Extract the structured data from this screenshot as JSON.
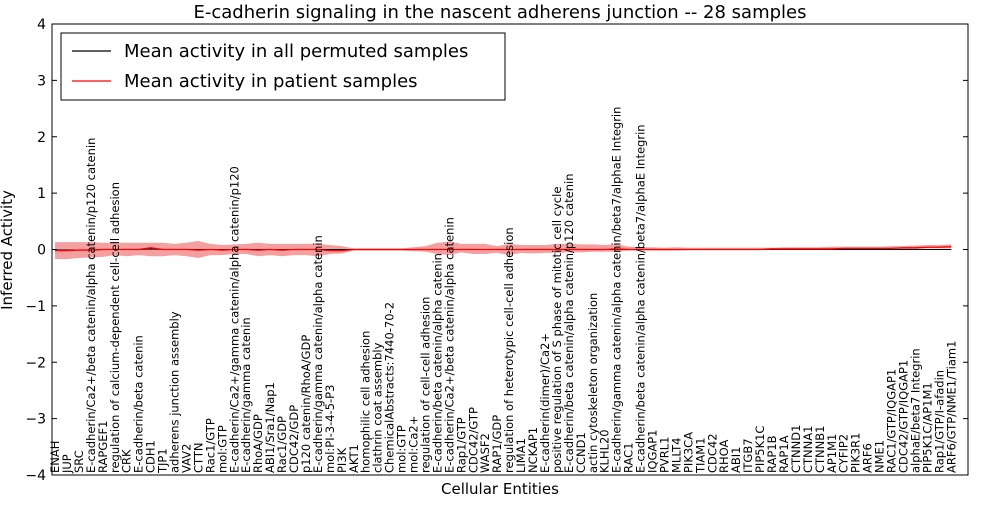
{
  "chart_data": {
    "type": "line",
    "title": "E-cadherin signaling in the nascent adherens junction -- 28 samples",
    "xlabel": "Cellular Entities",
    "ylabel": "Inferred Activity",
    "ylim": [
      -4,
      4
    ],
    "yticks": [
      "4",
      "3",
      "2",
      "1",
      "0",
      "−1",
      "−2",
      "−3",
      "−4"
    ],
    "grid": false,
    "legend_position": "top-left",
    "colors": {
      "permuted_line": "#000000",
      "patient_line": "#ff0000",
      "patient_band": "#f08080",
      "permuted_band": "#b0b0b0"
    },
    "categories": [
      "ENAH",
      "JUP",
      "SRC",
      "E-cadherin/Ca2+/beta catenin/alpha catenin/p120 catenin",
      "RAPGEF1",
      "regulation of calcium-dependent cell-cell adhesion",
      "CRK",
      "E-cadherin/beta catenin",
      "CDH1",
      "TJP1",
      "adherens junction assembly",
      "VAV2",
      "CTTN",
      "Rac1/GTP",
      "mol:GTP",
      "E-cadherin/Ca2+/gamma catenin/alpha catenin/p120",
      "E-cadherin/gamma catenin",
      "RhoA/GDP",
      "ABI1/Sra1/Nap1",
      "Rac1/GDP",
      "CDC42/GDP",
      "p120 catenin/RhoA/GDP",
      "E-cadherin/gamma catenin/alpha catenin",
      "mol:PI-3-4-5-P3",
      "PI3K",
      "AKT1",
      "homophilic cell adhesion",
      "clathrin coat assembly",
      "ChemicalAbstracts:7440-70-2",
      "mol:GTP",
      "mol:Ca2+",
      "regulation of cell-cell adhesion",
      "E-cadherin/beta catenin/alpha catenin",
      "E-cadherin/Ca2+/beta catenin/alpha catenin",
      "Rap1/GTP",
      "CDC42/GTP",
      "WASF2",
      "RAP1/GDP",
      "regulation of heterotypic cell-cell adhesion",
      "LIMA1",
      "NCKAP1",
      "E-cadherin(dimer)/Ca2+",
      "positive regulation of S phase of mitotic cell cycle",
      "E-cadherin/beta catenin/alpha catenin/p120 catenin",
      "CCND1",
      "actin cytoskeleton organization",
      "KLHL20",
      "E-cadherin/gamma catenin/alpha catenin/beta7/alphaE Integrin",
      "RAC1",
      "E-cadherin/beta catenin/alpha catenin/beta7/alphaE Integrin",
      "IQGAP1",
      "PVRL1",
      "MLLT4",
      "PIK3CA",
      "TIAM1",
      "CDC42",
      "RHOA",
      "ABI1",
      "ITGB7",
      "PIP5K1C",
      "RAP1B",
      "RAP1A",
      "CTNND1",
      "CTNNA1",
      "CTNNB1",
      "AP1M1",
      "CYFIP2",
      "PIK3R1",
      "ARF6",
      "NME1",
      "RAC1/GTP/IQGAP1",
      "CDC42/GTP/IQGAP1",
      "alphaE/beta7 Integrin",
      "PIP5K1C/AP1M1",
      "Rap1/GTP/I-afadin",
      "ARF6/GTP/NME1/Tiam1"
    ],
    "series": [
      {
        "name": "Mean activity in all permuted samples",
        "values": [
          -0.01,
          -0.01,
          -0.01,
          -0.01,
          0.0,
          0.0,
          0.0,
          0.0,
          0.01,
          0.0,
          0.0,
          0.0,
          0.0,
          0.0,
          0.0,
          0.0,
          0.0,
          0.0,
          0.0,
          0.0,
          0.0,
          0.0,
          0.0,
          0.0,
          0.0,
          0.0,
          0.0,
          0.0,
          0.0,
          0.0,
          0.0,
          0.0,
          0.0,
          0.0,
          0.0,
          0.0,
          0.0,
          0.0,
          0.0,
          0.0,
          0.0,
          0.0,
          0.0,
          0.0,
          0.0,
          0.0,
          0.0,
          0.0,
          0.0,
          0.0,
          0.0,
          0.0,
          0.0,
          0.0,
          0.0,
          0.0,
          0.0,
          0.0,
          0.0,
          0.0,
          0.0,
          0.0,
          0.0,
          0.0,
          0.0,
          0.0,
          0.0,
          0.0,
          0.0,
          0.0,
          0.0,
          0.0,
          0.0,
          0.0,
          0.0,
          0.0
        ]
      },
      {
        "name": "Mean activity in patient samples",
        "values": [
          -0.02,
          -0.02,
          -0.01,
          -0.01,
          0.0,
          0.0,
          0.0,
          0.0,
          0.03,
          0.0,
          0.0,
          0.0,
          -0.01,
          0.0,
          -0.01,
          0.0,
          0.0,
          -0.01,
          0.0,
          -0.01,
          0.0,
          0.0,
          0.0,
          -0.02,
          -0.02,
          0.0,
          0.0,
          0.0,
          0.0,
          0.0,
          0.0,
          0.0,
          0.0,
          0.0,
          0.0,
          0.0,
          0.0,
          0.0,
          0.0,
          0.0,
          0.0,
          0.0,
          0.0,
          0.0,
          0.0,
          0.0,
          0.0,
          0.01,
          0.0,
          0.0,
          0.0,
          0.0,
          0.0,
          0.0,
          0.0,
          0.0,
          0.0,
          0.0,
          0.0,
          0.0,
          0.01,
          0.01,
          0.01,
          0.01,
          0.01,
          0.01,
          0.02,
          0.02,
          0.02,
          0.02,
          0.02,
          0.03,
          0.03,
          0.04,
          0.04,
          0.05
        ],
        "band_lower": [
          -0.17,
          -0.17,
          -0.15,
          -0.14,
          -0.13,
          -0.1,
          -0.12,
          -0.1,
          -0.12,
          -0.12,
          -0.1,
          -0.12,
          -0.15,
          -0.1,
          -0.1,
          -0.08,
          -0.08,
          -0.12,
          -0.1,
          -0.12,
          -0.1,
          -0.1,
          -0.12,
          -0.08,
          -0.07,
          -0.02,
          -0.02,
          -0.02,
          -0.02,
          -0.02,
          -0.03,
          -0.04,
          -0.08,
          -0.1,
          -0.05,
          -0.08,
          -0.08,
          -0.06,
          -0.1,
          -0.06,
          -0.07,
          -0.06,
          -0.06,
          -0.05,
          -0.05,
          -0.04,
          -0.04,
          -0.04,
          -0.02,
          -0.02,
          -0.02,
          -0.02,
          -0.02,
          -0.01,
          -0.01,
          -0.01,
          -0.01,
          -0.01,
          -0.01,
          -0.01,
          -0.01,
          -0.01,
          0.0,
          0.0,
          0.0,
          0.0,
          0.0,
          0.0,
          0.0,
          0.0,
          0.01,
          0.01,
          0.01,
          0.02,
          0.02,
          0.02
        ],
        "band_upper": [
          0.13,
          0.13,
          0.13,
          0.13,
          0.12,
          0.12,
          0.12,
          0.12,
          0.12,
          0.12,
          0.1,
          0.12,
          0.15,
          0.1,
          0.08,
          0.09,
          0.1,
          0.12,
          0.1,
          0.1,
          0.1,
          0.1,
          0.1,
          0.08,
          0.06,
          0.02,
          0.02,
          0.02,
          0.02,
          0.02,
          0.04,
          0.06,
          0.12,
          0.14,
          0.1,
          0.1,
          0.1,
          0.06,
          0.1,
          0.08,
          0.08,
          0.08,
          0.1,
          0.1,
          0.09,
          0.09,
          0.08,
          0.09,
          0.05,
          0.04,
          0.04,
          0.03,
          0.04,
          0.03,
          0.03,
          0.03,
          0.03,
          0.03,
          0.03,
          0.03,
          0.03,
          0.04,
          0.04,
          0.04,
          0.04,
          0.05,
          0.05,
          0.05,
          0.05,
          0.05,
          0.06,
          0.06,
          0.07,
          0.08,
          0.08,
          0.09
        ]
      }
    ]
  }
}
